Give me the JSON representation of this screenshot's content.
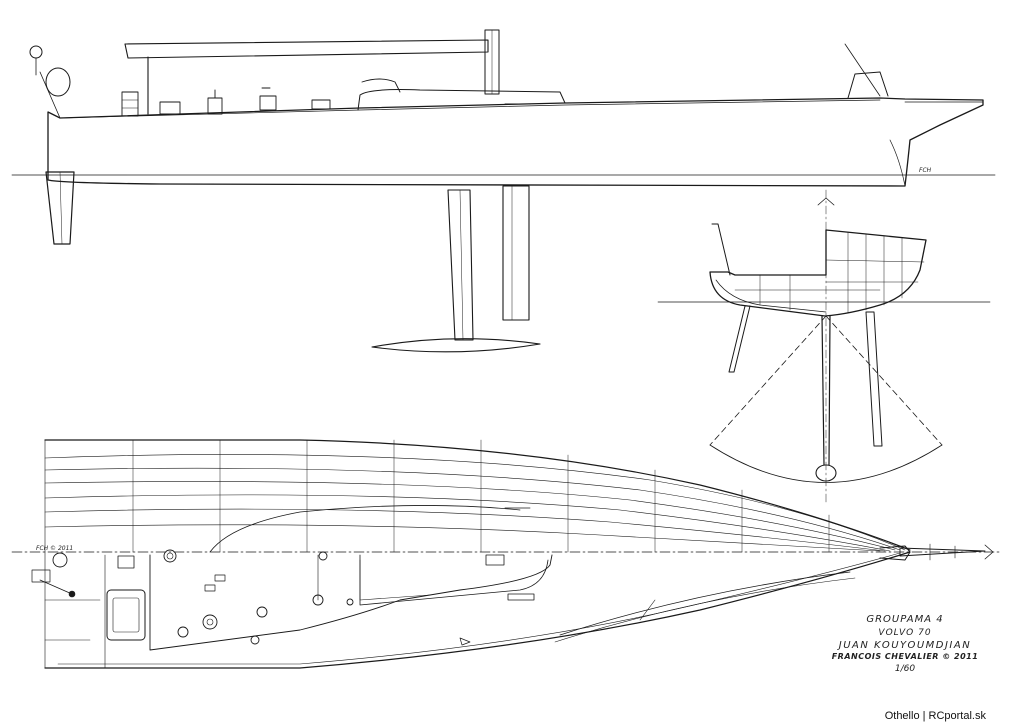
{
  "drawing": {
    "title_lines": [
      "GROUPAMA 4",
      "VOLVO 70",
      "JUAN KOUYOUMDJIAN",
      "FRANCOIS CHEVALIER © 2011",
      "1/60"
    ],
    "signatures": {
      "side_view": "FCH",
      "plan_view": "FCH © 2011"
    },
    "watermark": "Othello | RCportal.sk"
  },
  "colors": {
    "ink": "#1a1a1a",
    "paper": "#ffffff"
  }
}
